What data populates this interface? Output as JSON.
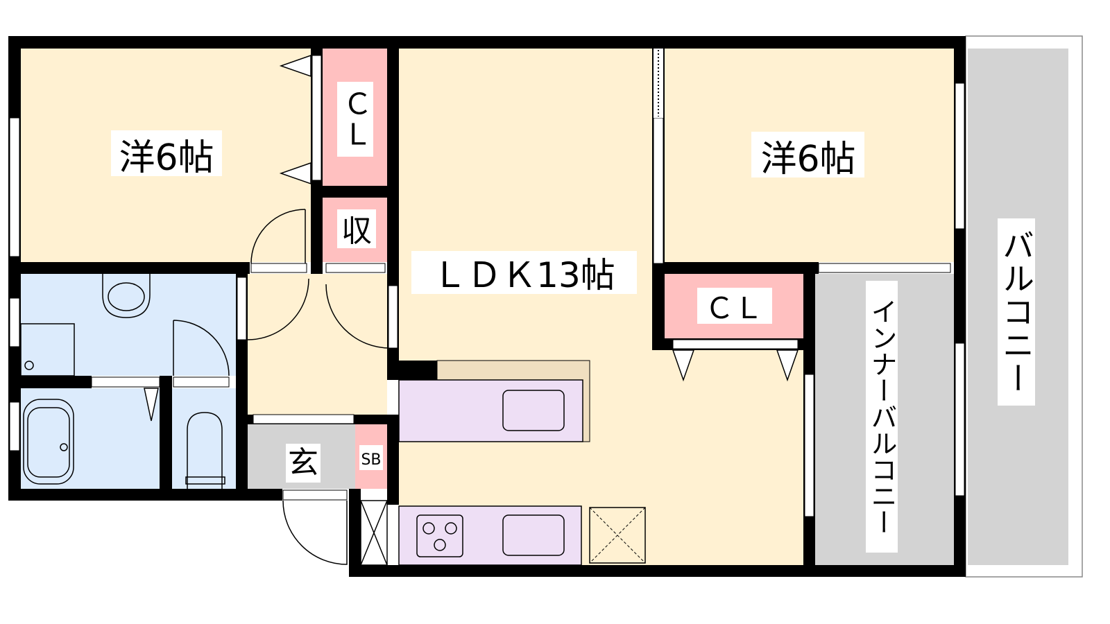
{
  "rooms": {
    "west_bedroom": "洋6帖",
    "closet_west": "ＣＬ",
    "storage": "収",
    "ldk": "ＬＤＫ13帖",
    "east_bedroom": "洋6帖",
    "closet_east": "ＣＬ",
    "entrance": "玄",
    "shoe_box": "SB",
    "balcony": "バルコニー",
    "inner_balcony": "インナーバルコニー"
  },
  "colors": {
    "room": "#FFF1D2",
    "closet": "#FFC0C0",
    "wet_area": "#DCEBFC",
    "entrance": "#D3D3D3",
    "kitchen": "#EEDFF5",
    "balcony": "#D3D3D3"
  }
}
